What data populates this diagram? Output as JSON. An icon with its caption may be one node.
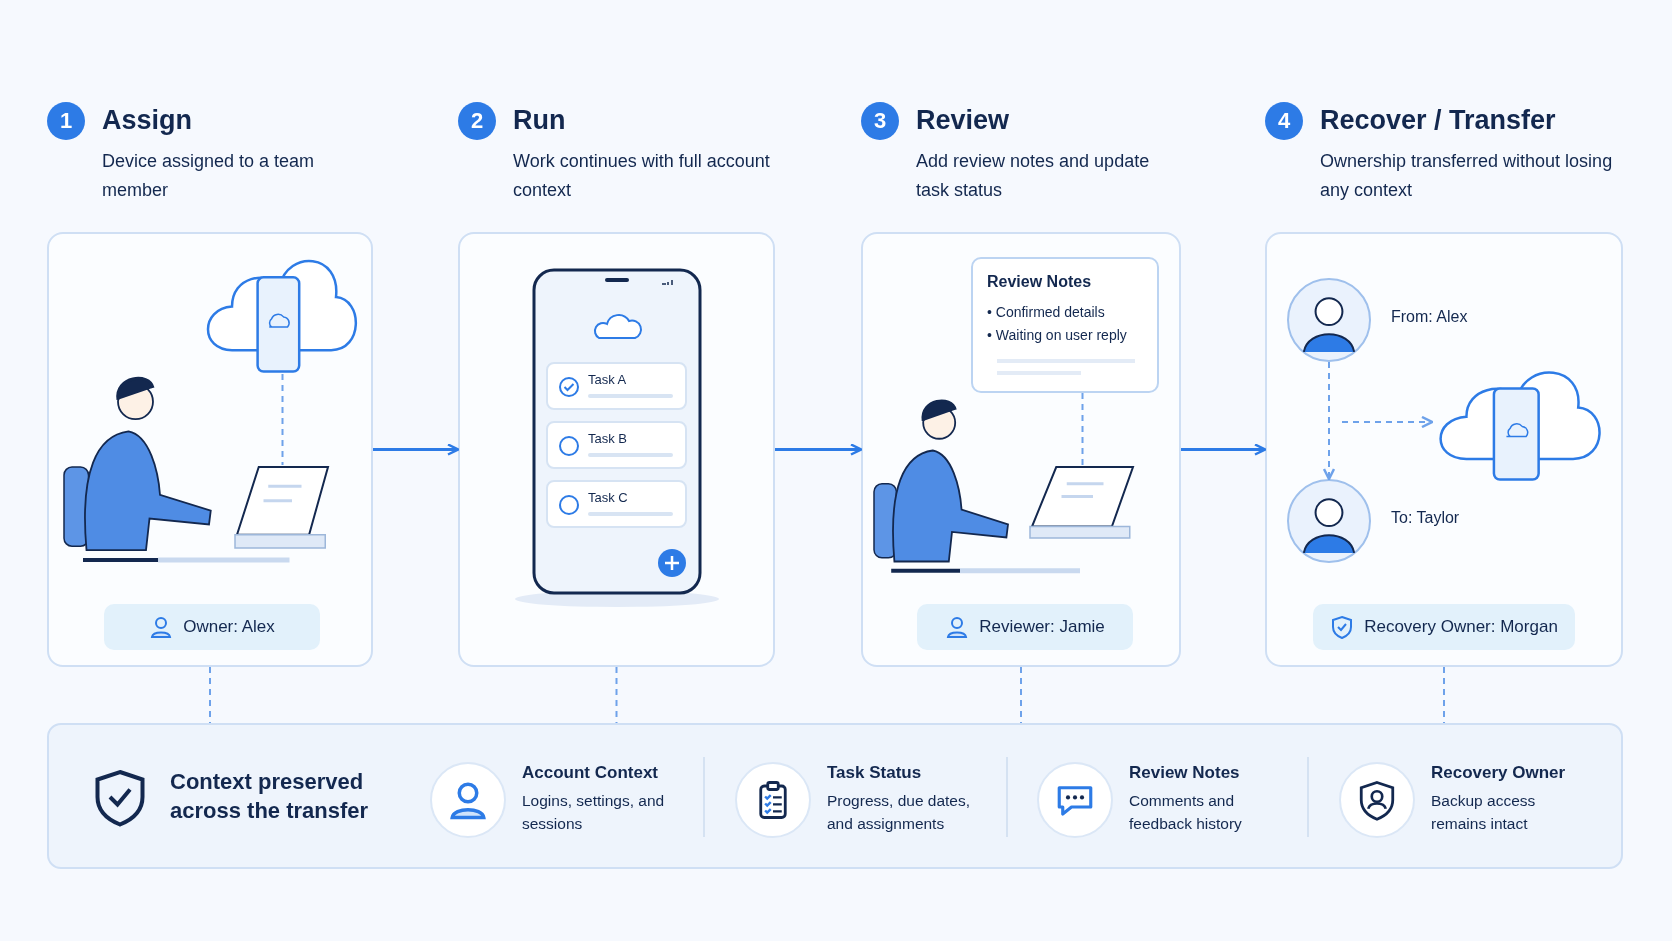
{
  "diagram": {
    "nodes": [
      {
        "text": [
          "1",
          "Assign",
          "Device assigned to a team member"
        ]
      },
      {
        "text": [],
        "shape": "picture",
        "in": 0
      },
      {
        "text": [],
        "shape": "picture",
        "in": 0
      },
      {
        "text": [
          "Owner: Alex"
        ],
        "in": 0
      },
      {
        "text": [
          "2",
          "Run",
          "Work continues with full account context"
        ]
      },
      {
        "text": [],
        "shape": "picture",
        "in": 4
      },
      {
        "text": [
          "Task A"
        ],
        "in": 5
      },
      {
        "text": [
          "Task B"
        ],
        "in": 5
      },
      {
        "text": [
          "Task C"
        ],
        "in": 5
      },
      {
        "text": [
          "3",
          "Review",
          "Add review notes and update task status"
        ]
      },
      {
        "text": [
          "Review Notes",
          "• Confirmed details",
          "• Waiting on user reply"
        ],
        "in": 9
      },
      {
        "text": [],
        "shape": "picture",
        "in": 9
      },
      {
        "text": [
          "Reviewer: Jamie"
        ],
        "in": 9
      },
      {
        "text": [
          "4",
          "Recover / Transfer",
          "Ownership transferred without losing any context"
        ]
      },
      {
        "text": [],
        "shape": "person",
        "in": 13,
        "beside": [
          "From: Alex"
        ]
      },
      {
        "text": [],
        "shape": "person",
        "in": 13,
        "beside": [
          "To: Taylor"
        ]
      },
      {
        "text": [],
        "shape": "picture",
        "in": 13
      },
      {
        "text": [
          "Recovery Owner: Morgan"
        ],
        "in": 13
      },
      {
        "text": [],
        "shape": "box"
      },
      {
        "text": [
          "Context preserved across the transfer"
        ],
        "in": 18
      },
      {
        "text": [
          "Account Context",
          "Logins, settings, and sessions"
        ],
        "in": 18
      },
      {
        "text": [
          "Task Status",
          "Progress, due dates, and assignments"
        ],
        "in": 18
      },
      {
        "text": [
          "Review Notes",
          "Comments and feedback history"
        ],
        "in": 18
      },
      {
        "text": [
          "Recovery Owner",
          "Backup access remains intact"
        ],
        "in": 18
      }
    ],
    "edges": [
      {
        "from": 0,
        "to": 4,
        "arrow": "to"
      },
      {
        "from": 4,
        "to": 9,
        "arrow": "to"
      },
      {
        "from": 9,
        "to": 13,
        "arrow": "to"
      },
      {
        "from": 1,
        "to": 2,
        "arrow": "none",
        "style": "dashed"
      },
      {
        "from": 10,
        "to": 11,
        "arrow": "none",
        "style": "dashed"
      },
      {
        "from": 14,
        "to": 15,
        "arrow": "to",
        "style": "dashed"
      },
      {
        "from": null,
        "to": 16,
        "arrow": "to",
        "style": "dashed"
      },
      {
        "from": 0,
        "to": 18,
        "arrow": "none",
        "style": "dashed"
      },
      {
        "from": 4,
        "to": 18,
        "arrow": "none",
        "style": "dashed"
      },
      {
        "from": 9,
        "to": 18,
        "arrow": "none",
        "style": "dashed"
      },
      {
        "from": 13,
        "to": 18,
        "arrow": "none",
        "style": "dashed"
      }
    ]
  }
}
